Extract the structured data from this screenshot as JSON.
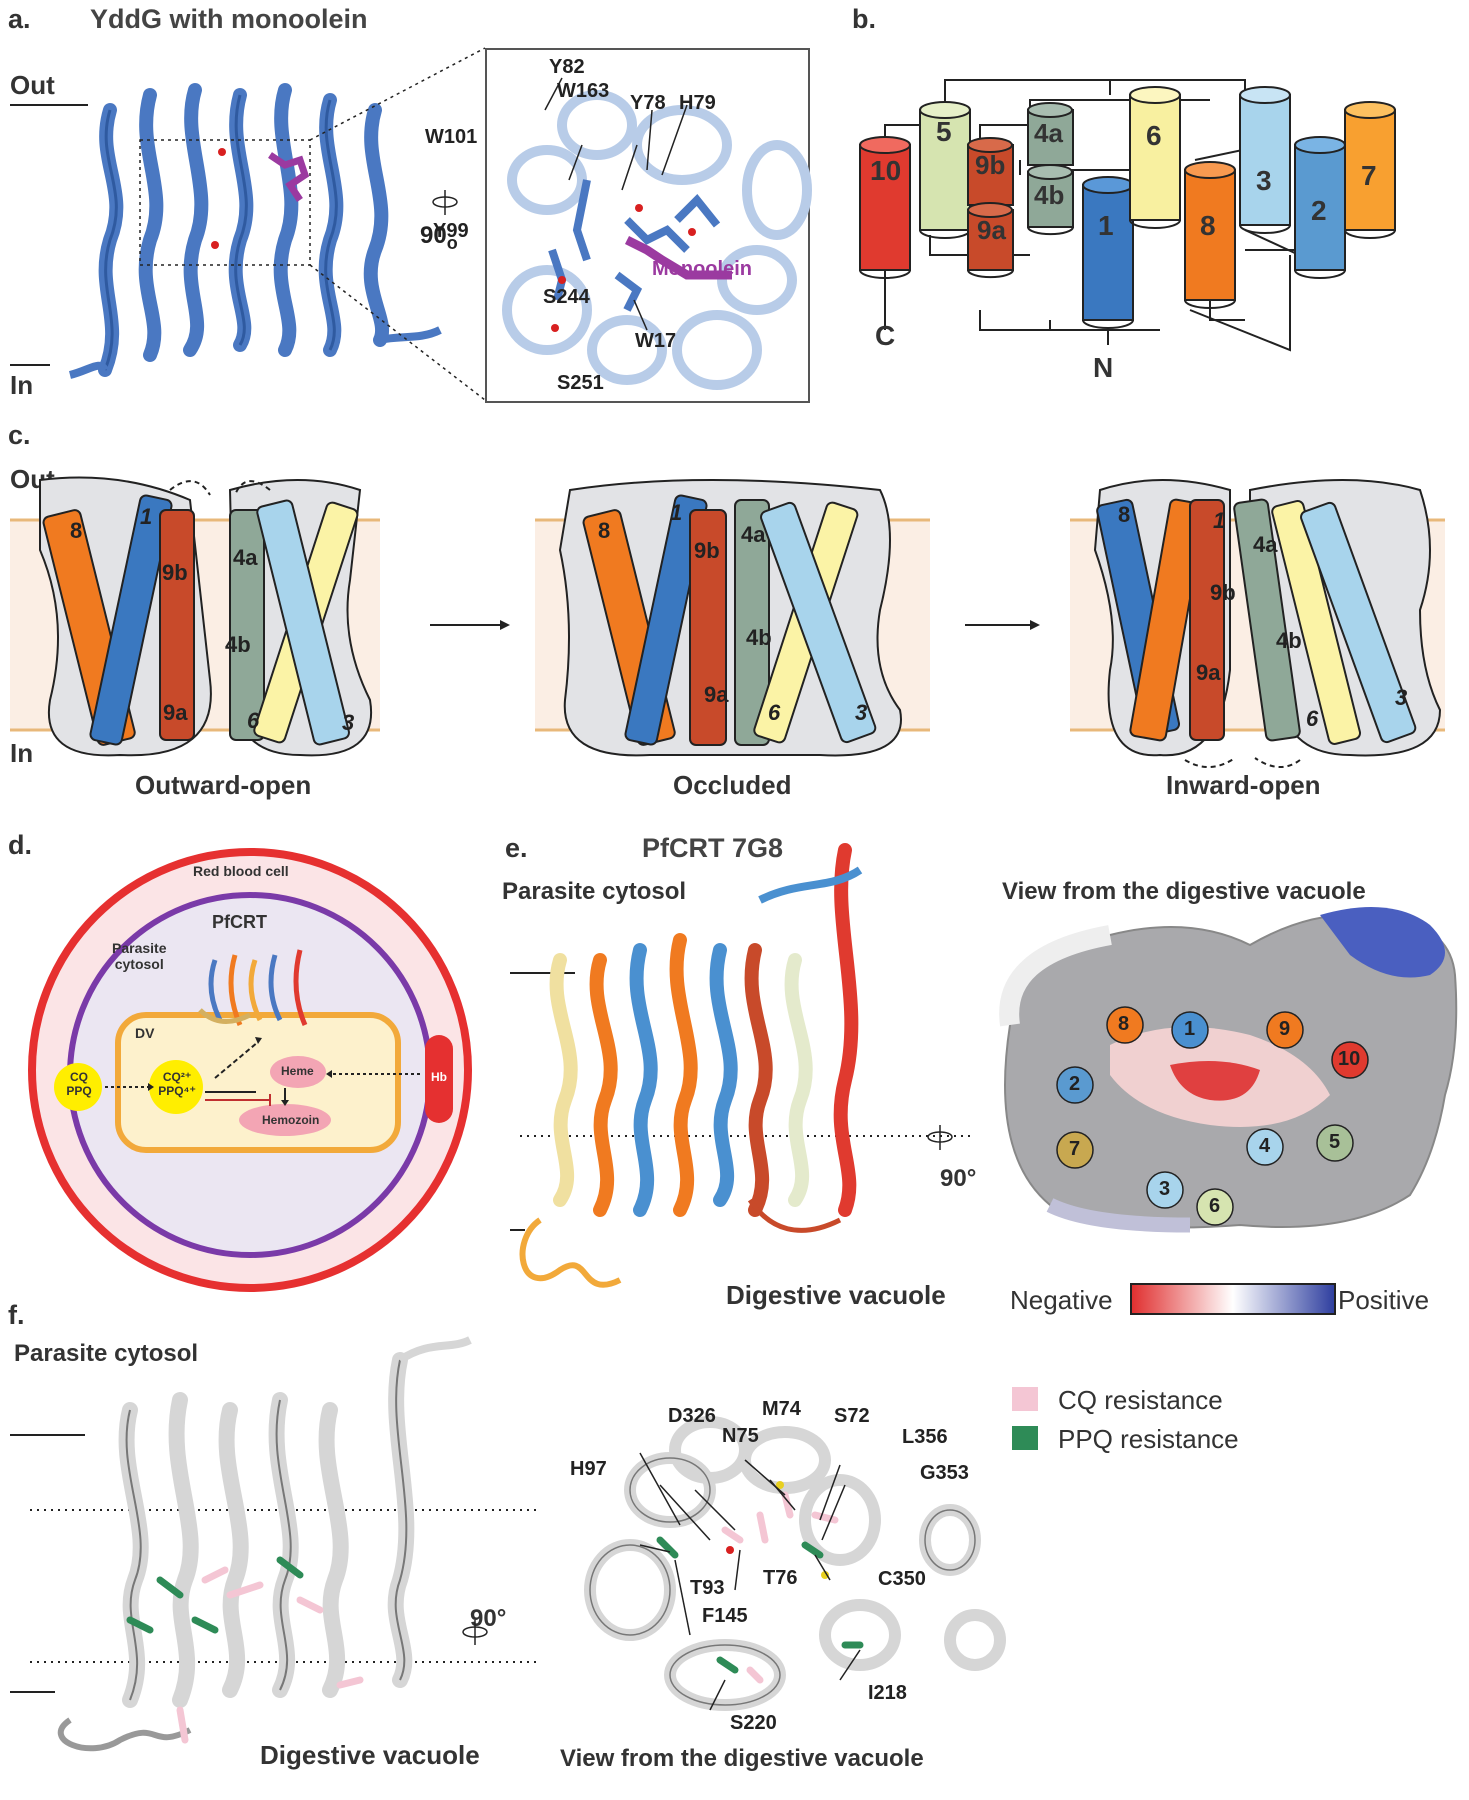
{
  "panels": {
    "a": {
      "letter": "a.",
      "title": "YddG with monoolein",
      "out": "Out",
      "in": "In",
      "rotation": "90",
      "rotation_sup": "o",
      "residues": [
        "Y82",
        "W163",
        "Y78",
        "H79",
        "W101",
        "Y99",
        "S244",
        "W17",
        "S251"
      ],
      "ligand": "Monoolein"
    },
    "b": {
      "letter": "b.",
      "helices": [
        "10",
        "5",
        "9b",
        "9a",
        "4a",
        "4b",
        "1",
        "6",
        "8",
        "3",
        "2",
        "7"
      ],
      "c_term": "C",
      "n_term": "N"
    },
    "c": {
      "letter": "c.",
      "out": "Out",
      "in": "In",
      "states": [
        "Outward-open",
        "Occluded",
        "Inward-open"
      ],
      "helix_labels": [
        "8",
        "1",
        "9b",
        "9a",
        "4a",
        "4b",
        "6",
        "3"
      ]
    },
    "d": {
      "letter": "d.",
      "rbc": "Red blood cell",
      "parasite_line1": "Parasite",
      "parasite_line2": "cytosol",
      "pfcrt": "PfCRT",
      "dv": "DV",
      "cq1": "CQ",
      "cq2": "PPQ",
      "cq_in1": "CQ²⁺",
      "cq_in2": "PPQ⁴⁺",
      "heme": "Heme",
      "hemozoin": "Hemozoin",
      "hb": "Hb"
    },
    "e": {
      "letter": "e.",
      "title": "PfCRT 7G8",
      "cytosol": "Parasite cytosol",
      "vacuole": "Digestive vacuole",
      "view": "View from the digestive vacuole",
      "rotation": "90°",
      "negative": "Negative",
      "positive": "Positive",
      "helix_numbers": [
        "8",
        "1",
        "9",
        "10",
        "2",
        "7",
        "4",
        "5",
        "3",
        "6"
      ]
    },
    "f": {
      "letter": "f.",
      "cytosol": "Parasite cytosol",
      "vacuole": "Digestive vacuole",
      "view": "View from the digestive vacuole",
      "rotation": "90°",
      "legend_cq": "CQ resistance",
      "legend_ppq": "PPQ resistance",
      "residues": [
        "D326",
        "M74",
        "S72",
        "N75",
        "L356",
        "H97",
        "G353",
        "T76",
        "C350",
        "T93",
        "F145",
        "I218",
        "S220"
      ]
    }
  },
  "colors": {
    "cq_resistance": "#f4c6d4",
    "ppq_resistance": "#2e8b57",
    "yddg_blue": "#4a78c2",
    "membrane": "#fbeee4"
  }
}
